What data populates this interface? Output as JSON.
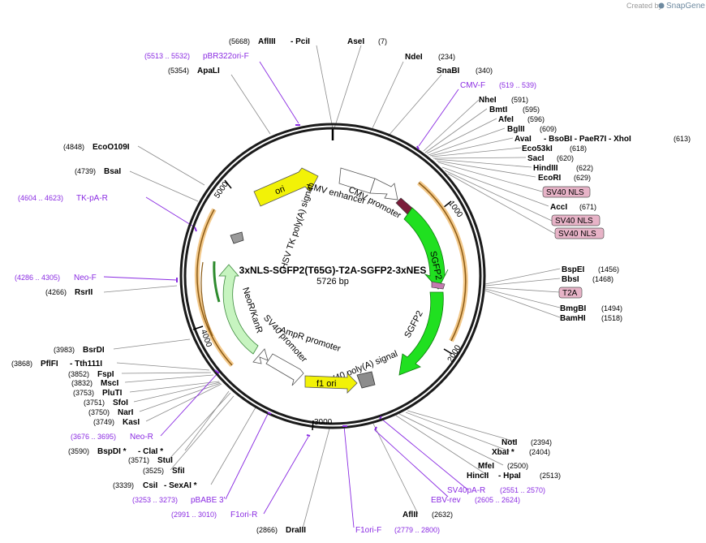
{
  "plasmid": {
    "name": "3xNLS-SGFP2(T65G)-T2A-SGFP2-3xNES",
    "size": "5726 bp"
  },
  "credit": {
    "prefix": "Created by",
    "brand": "SnapGene"
  },
  "ticks": [
    "1000",
    "2000",
    "3000",
    "4000",
    "5000"
  ],
  "features": {
    "ori": "ori",
    "cmv_enhancer": "CMV enhancer",
    "cmv_promoter": "CMV promoter",
    "sgfp2_a": "SGFP2",
    "sgfp2_b": "SGFP2",
    "sv40_polya": "SV40 poly(A) signal",
    "f1_ori": "f1 ori",
    "ampr_promoter": "AmpR promoter",
    "sv40_promoter": "SV40 promoter",
    "neor": "NeoR/KanR",
    "hsv_tk": "HSV TK poly(A) signal"
  },
  "labels": {
    "t0": {
      "num": "(5668)",
      "name": "AflIII",
      "extra": "- PciI"
    },
    "t1": {
      "name": "AseI",
      "num": "(7)"
    },
    "t2": {
      "primer": "(5513 .. 5532)",
      "name": "pBR322ori-F"
    },
    "t3": {
      "name": "NdeI",
      "num": "(234)"
    },
    "t4": {
      "num": "(5354)",
      "name": "ApaLI"
    },
    "t5": {
      "name": "SnaBI",
      "num": "(340)"
    },
    "t6": {
      "name": "CMV-F",
      "primer": "(519 .. 539)"
    },
    "t7": {
      "name": "NheI",
      "num": "(591)"
    },
    "t8": {
      "name": "BmtI",
      "num": "(595)"
    },
    "t9": {
      "name": "AfeI",
      "num": "(596)"
    },
    "t10": {
      "name": "BglII",
      "num": "(609)"
    },
    "t11": {
      "name": "AvaI",
      "extra": "- BsoBI   - PaeR7I   - XhoI",
      "num": "(613)"
    },
    "t12": {
      "name": "Eco53kI",
      "num": "(618)"
    },
    "t13": {
      "name": "SacI",
      "num": "(620)"
    },
    "t14": {
      "name": "HindIII",
      "num": "(622)"
    },
    "t15": {
      "name": "EcoRI",
      "num": "(629)"
    },
    "t16": {
      "box": "SV40 NLS"
    },
    "t17": {
      "name": "AccI",
      "num": "(671)"
    },
    "t18": {
      "box": "SV40 NLS"
    },
    "t19": {
      "box": "SV40 NLS"
    },
    "l1": {
      "num": "(4848)",
      "name": "EcoO109I"
    },
    "l2": {
      "num": "(4739)",
      "name": "BsaI"
    },
    "l3": {
      "primer": "(4604 .. 4623)",
      "name": "TK-pA-R"
    },
    "l4": {
      "primer": "(4286 .. 4305)",
      "name": "Neo-F"
    },
    "l5": {
      "num": "(4266)",
      "name": "RsrII"
    },
    "r1": {
      "name": "BspEI",
      "num": "(1456)"
    },
    "r2": {
      "name": "BbsI",
      "num": "(1468)"
    },
    "r3": {
      "box": "T2A"
    },
    "r4": {
      "name": "BmgBI",
      "num": "(1494)"
    },
    "r5": {
      "name": "BamHI",
      "num": "(1518)"
    },
    "b1": {
      "num": "(3983)",
      "name": "BsrDI"
    },
    "b2": {
      "num": "(3868)",
      "name": "PflFI",
      "extra": "- Tth111I"
    },
    "b3": {
      "num": "(3852)",
      "name": "FspI"
    },
    "b4": {
      "num": "(3832)",
      "name": "MscI"
    },
    "b5": {
      "num": "(3753)",
      "name": "PluTI"
    },
    "b6": {
      "num": "(3751)",
      "name": "SfoI"
    },
    "b7": {
      "num": "(3750)",
      "name": "NarI"
    },
    "b8": {
      "num": "(3749)",
      "name": "KasI"
    },
    "b9": {
      "primer": "(3676 .. 3695)",
      "name": "Neo-R"
    },
    "b10": {
      "num": "(3590)",
      "name": "BspDI *",
      "extra": "- ClaI *"
    },
    "b11": {
      "num": "(3571)",
      "name": "StuI"
    },
    "b12": {
      "num": "(3525)",
      "name": "SfiI"
    },
    "b13": {
      "num": "(3339)",
      "name": "CsiI",
      "extra": "- SexAI *"
    },
    "b14": {
      "primer": "(3253 .. 3273)",
      "name": "pBABE 3'"
    },
    "b15": {
      "primer": "(2991 .. 3010)",
      "name": "F1ori-R"
    },
    "b16": {
      "num": "(2866)",
      "name": "DraIII"
    },
    "b17": {
      "name": "F1ori-F",
      "primer": "(2779 .. 2800)"
    },
    "b18": {
      "name": "AflII",
      "num": "(2632)"
    },
    "b19": {
      "name": "EBV-rev",
      "primer": "(2605 .. 2624)"
    },
    "b20": {
      "name": "SV40pA-R",
      "primer": "(2551 .. 2570)"
    },
    "b21": {
      "name": "HincII",
      "extra": "- HpaI",
      "num": "(2513)"
    },
    "b22": {
      "name": "MfeI",
      "num": "(2500)"
    },
    "b23": {
      "name": "XbaI *",
      "num": "(2404)"
    },
    "b24": {
      "name": "NotI",
      "num": "(2394)"
    }
  }
}
